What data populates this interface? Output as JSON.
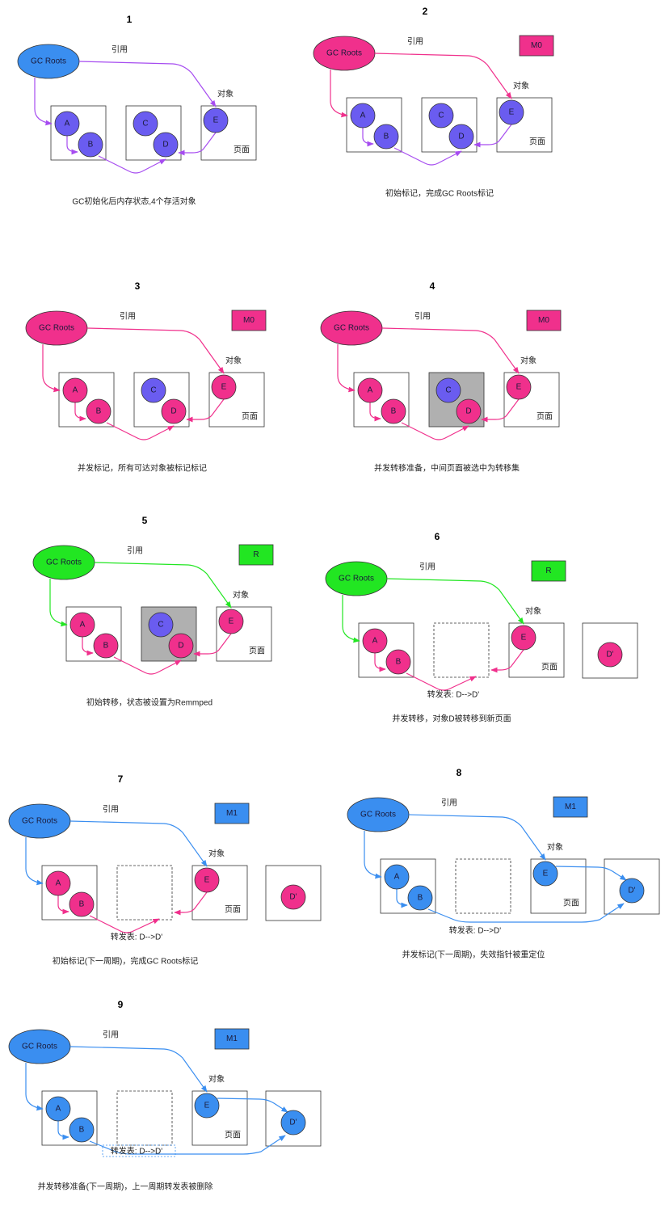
{
  "labels": {
    "root": "GC Roots",
    "ref": "引用",
    "object": "对象",
    "page": "页面",
    "forward_table": "转发表: D-->D'"
  },
  "colors": {
    "purple_node": "#6a5cf0",
    "pink": "#f0308c",
    "green": "#22e622",
    "blue": "#3a8ef0",
    "root_blue": "#3a8ef0",
    "purple_edge": "#a64cf0",
    "gray_page": "#b0b0b0"
  },
  "panels": [
    {
      "num": "1",
      "caption": "GC初始化后内存状态,4个存活对象",
      "root_color": "root_blue",
      "edge_color": "purple_edge",
      "inner_edge_color": "purple_edge",
      "state": null,
      "nodes": {
        "A": "purple_node",
        "B": "purple_node",
        "C": "purple_node",
        "D": "purple_node",
        "E": "purple_node"
      },
      "middle_page": "normal",
      "new_page": false,
      "forward": "none"
    },
    {
      "num": "2",
      "caption": "初始标记，完成GC Roots标记",
      "root_color": "pink",
      "edge_color": "pink",
      "inner_edge_color": "purple_edge",
      "state": "M0",
      "state_color": "pink",
      "nodes": {
        "A": "purple_node",
        "B": "purple_node",
        "C": "purple_node",
        "D": "purple_node",
        "E": "purple_node"
      },
      "middle_page": "normal",
      "new_page": false,
      "forward": "none"
    },
    {
      "num": "3",
      "caption": "并发标记，所有可达对象被标记标记",
      "root_color": "pink",
      "edge_color": "pink",
      "inner_edge_color": "pink",
      "state": "M0",
      "state_color": "pink",
      "nodes": {
        "A": "pink",
        "B": "pink",
        "C": "purple_node",
        "D": "pink",
        "E": "pink"
      },
      "middle_page": "normal",
      "new_page": false,
      "forward": "none"
    },
    {
      "num": "4",
      "caption": "并发转移准备，中间页面被选中为转移集",
      "root_color": "pink",
      "edge_color": "pink",
      "inner_edge_color": "pink",
      "state": "M0",
      "state_color": "pink",
      "nodes": {
        "A": "pink",
        "B": "pink",
        "C": "purple_node",
        "D": "pink",
        "E": "pink"
      },
      "middle_page": "gray",
      "new_page": false,
      "forward": "none"
    },
    {
      "num": "5",
      "caption": "初始转移，状态被设置为Remmped",
      "root_color": "green",
      "edge_color": "green",
      "inner_edge_color": "pink",
      "state": "R",
      "state_color": "green",
      "nodes": {
        "A": "pink",
        "B": "pink",
        "C": "purple_node",
        "D": "pink",
        "E": "pink"
      },
      "middle_page": "gray",
      "new_page": false,
      "forward": "none"
    },
    {
      "num": "6",
      "caption": "并发转移，对象D被转移到新页面",
      "root_color": "green",
      "edge_color": "green",
      "inner_edge_color": "pink",
      "state": "R",
      "state_color": "green",
      "nodes": {
        "A": "pink",
        "B": "pink",
        "E": "pink",
        "D'": "pink"
      },
      "middle_page": "dashed",
      "new_page": true,
      "forward": "old"
    },
    {
      "num": "7",
      "caption": "初始标记(下一周期)，完成GC Roots标记",
      "root_color": "blue",
      "edge_color": "blue",
      "inner_edge_color": "pink",
      "state": "M1",
      "state_color": "blue",
      "nodes": {
        "A": "pink",
        "B": "pink",
        "E": "pink",
        "D'": "pink"
      },
      "middle_page": "dashed",
      "new_page": true,
      "forward": "old"
    },
    {
      "num": "8",
      "caption": "并发标记(下一周期)，失效指针被重定位",
      "root_color": "blue",
      "edge_color": "blue",
      "inner_edge_color": "blue",
      "state": "M1",
      "state_color": "blue",
      "nodes": {
        "A": "blue",
        "B": "blue",
        "E": "blue",
        "D'": "blue"
      },
      "middle_page": "dashed",
      "new_page": true,
      "forward": "relocated"
    },
    {
      "num": "9",
      "caption": "并发转移准备(下一周期)，上一周期转发表被删除",
      "root_color": "blue",
      "edge_color": "blue",
      "inner_edge_color": "blue",
      "state": "M1",
      "state_color": "blue",
      "nodes": {
        "A": "blue",
        "B": "blue",
        "E": "blue",
        "D'": "blue"
      },
      "middle_page": "dashed",
      "new_page": true,
      "forward": "deleted"
    }
  ]
}
